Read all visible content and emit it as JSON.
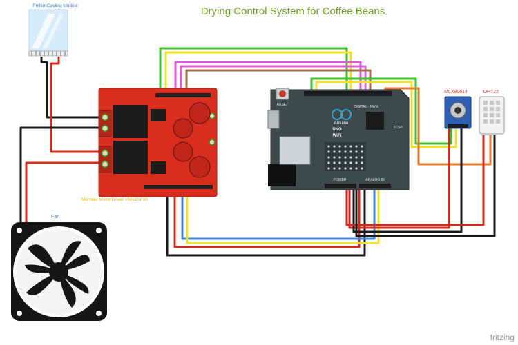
{
  "diagram": {
    "title": "Drying Control System for Coffee Beans",
    "components": {
      "peltier": "Peltier Cooling Module",
      "driver": "Monster Motor Driver VNH2SP30",
      "fan": "Fan",
      "sensor_ir": "MLX90614",
      "sensor_th": "DHT22"
    },
    "board": {
      "reset": "RESET",
      "digital": "DIGITAL - PWM",
      "brand": "Arduino",
      "model": "UNO",
      "variant": "WiFi",
      "icsp": "ICSP",
      "power": "POWER",
      "analog": "ANALOG IN"
    },
    "watermark": "fritzing",
    "colors": {
      "title": "#6aa51c",
      "label_yellow": "#e0b400",
      "label_blue": "#3a6fb0",
      "label_red": "#c0392b",
      "driver_board": "#d92d1e",
      "arduino_board": "#3d4a4c",
      "wire_red": "#d42a1e",
      "wire_black": "#1a1a1a",
      "wire_blue": "#3f86d6",
      "wire_yellow": "#f2e12b",
      "wire_green": "#3fbf2d",
      "wire_magenta": "#e05adb",
      "wire_brown": "#9b7048",
      "wire_orange": "#e07a2a"
    }
  }
}
